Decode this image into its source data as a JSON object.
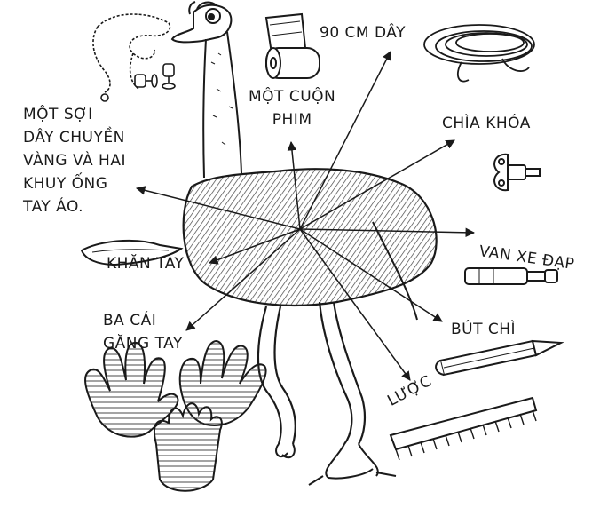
{
  "colors": {
    "ink": "#1a1a1a",
    "paper": "#ffffff",
    "hatch": "#555555"
  },
  "center_icon": "ostrich",
  "labels": {
    "gold_chain": [
      "MỘT SỢI",
      "DÂY CHUYỀN",
      "VÀNG VÀ HAI",
      "KHUY ỐNG",
      "TAY ÁO."
    ],
    "film_roll": [
      "MỘT CUỘN",
      "PHIM"
    ],
    "rope": "90 CM DÂY",
    "key": "CHÌA KHÓA",
    "valve": "VAN XE ĐẠP",
    "pencil": "BÚT CHÌ",
    "comb": "LƯỢC",
    "handkerchief": "KHĂN TAY",
    "gloves": [
      "BA CÁI",
      "GĂNG TAY"
    ]
  },
  "icons": [
    "ostrich-icon",
    "chain-icon",
    "cufflinks-icon",
    "film-roll-icon",
    "rope-icon",
    "key-icon",
    "valve-icon",
    "pencil-icon",
    "comb-icon",
    "handkerchief-icon",
    "glove-icon"
  ]
}
